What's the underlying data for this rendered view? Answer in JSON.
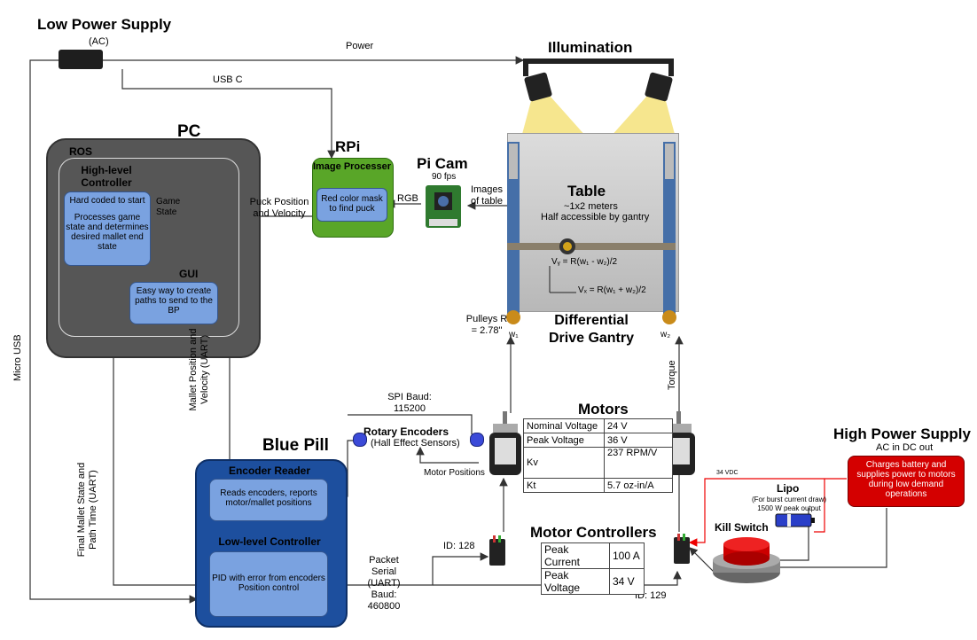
{
  "low_power": {
    "title": "Low Power Supply",
    "subtitle": "(AC)"
  },
  "illumination": {
    "title": "Illumination"
  },
  "edges": {
    "power": "Power",
    "usb_c": "USB C",
    "micro_usb": "Micro USB",
    "rgb": "RGB",
    "images": "Images of table",
    "puck_pos": "Puck Position and Velocity",
    "game_state": "Game State",
    "mallet_pos": "Mallet Position and Velocity (UART)",
    "final_state": "Final Mallet State and Path Time (UART)",
    "spi": "SPI Baud: 115200",
    "motor_positions": "Motor Positions",
    "packet_serial": "Packet Serial (UART) Baud: 460800",
    "id128": "ID: 128",
    "id129": "ID: 129",
    "torque": "Torque",
    "vdc": "34 VDC"
  },
  "pc": {
    "title": "PC",
    "ros": "ROS",
    "hlc_title": "High-level Controller",
    "hlc_text1": "Hard coded to start",
    "hlc_text2": "Processes game state and determines desired mallet end state",
    "gui_title": "GUI",
    "gui_text": "Easy way to create paths to send to the BP"
  },
  "rpi": {
    "title": "RPi",
    "box_title": "Image Processer",
    "box_text": "Red color mask to find puck"
  },
  "picam": {
    "title": "Pi Cam",
    "fps": "90 fps"
  },
  "table": {
    "title": "Table",
    "size": "~1x2 meters",
    "access": "Half accessible by gantry",
    "vy": "Vᵧ = R(w₁ - w₂)/2",
    "vx": "Vₓ = R(w₁ + w₂)/2",
    "pulleys": "Pulleys R = 2.78\"",
    "w1": "w₁",
    "w2": "w₂"
  },
  "gantry": {
    "title": "Differential Drive Gantry"
  },
  "encoders": {
    "title": "Rotary Encoders",
    "subtitle": "(Hall Effect Sensors)"
  },
  "motors": {
    "title": "Motors",
    "rows": [
      {
        "k": "Nominal Voltage",
        "v": "24 V"
      },
      {
        "k": "Peak Voltage",
        "v": "36 V"
      },
      {
        "k": "Kv",
        "v": "237 RPM/V"
      },
      {
        "k": "Kt",
        "v": "5.7 oz-in/A"
      }
    ]
  },
  "bluepill": {
    "title": "Blue Pill",
    "enc_title": "Encoder Reader",
    "enc_text": "Reads encoders, reports motor/mallet positions",
    "llc_title": "Low-level Controller",
    "llc_text": "PID with error from encoders Position control"
  },
  "motor_controllers": {
    "title": "Motor Controllers",
    "rows": [
      {
        "k": "Peak Current",
        "v": "100 A"
      },
      {
        "k": "Peak Voltage",
        "v": "34 V"
      }
    ]
  },
  "high_power": {
    "title": "High Power Supply",
    "subtitle": "AC in DC out",
    "box_text": "Charges battery and supplies power to motors during low demand operations"
  },
  "lipo": {
    "title": "Lipo",
    "sub1": "(For burst current draw)",
    "sub2": "1500 W peak output"
  },
  "kill": {
    "title": "Kill Switch"
  }
}
